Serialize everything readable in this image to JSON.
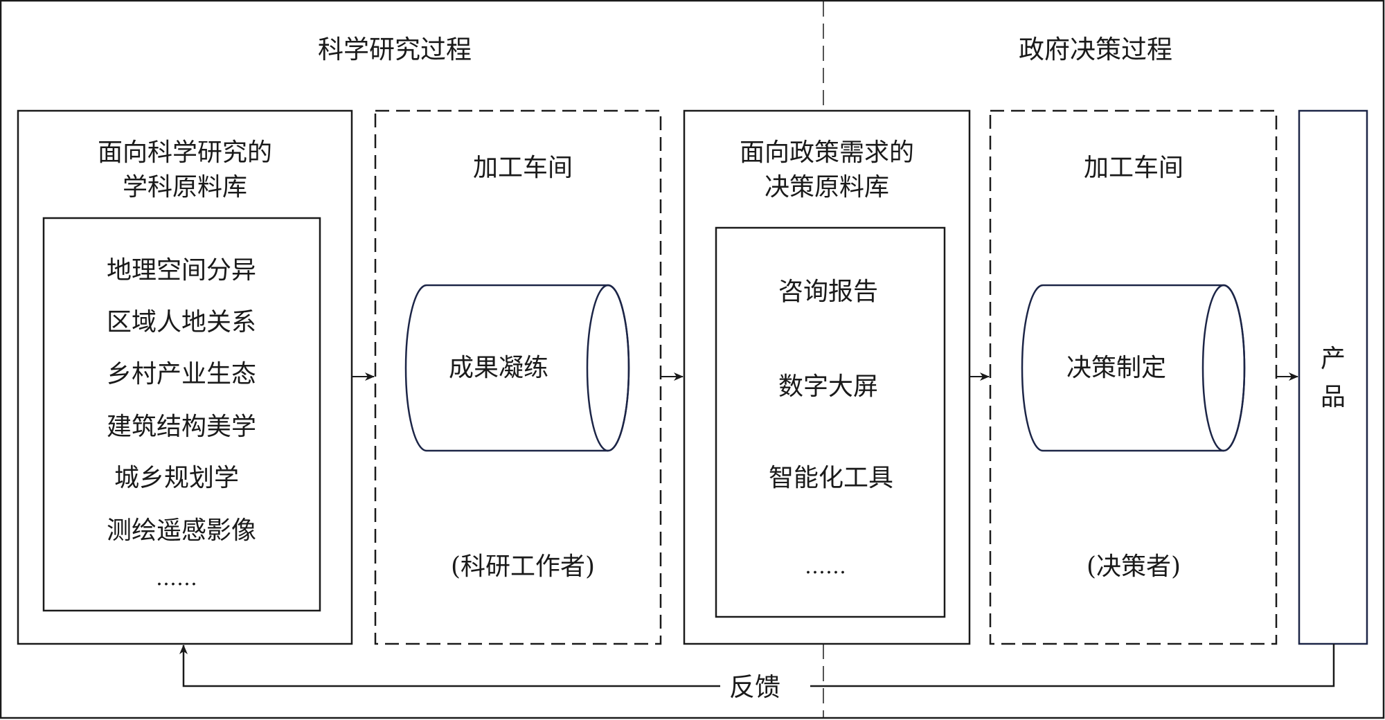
{
  "sections": {
    "science_title": "科学研究过程",
    "government_title": "政府决策过程"
  },
  "nodes": {
    "science_db": {
      "title_lines": [
        "面向科学研究的",
        "学科原料库"
      ],
      "items": [
        "地理空间分异",
        "区域人地关系",
        "乡村产业生态",
        "建筑结构美学",
        "城乡规划学",
        "测绘遥感影像",
        "……"
      ]
    },
    "workshop1": {
      "title": "加工车间",
      "process": "成果凝练",
      "actor": "(科研工作者)"
    },
    "policy_db": {
      "title_lines": [
        "面向政策需求的",
        "决策原料库"
      ],
      "items": [
        "咨询报告",
        "数字大屏",
        "智能化工具",
        "……"
      ]
    },
    "workshop2": {
      "title": "加工车间",
      "process": "决策制定",
      "actor": "(决策者)"
    },
    "product": {
      "label_chars": [
        "产",
        "品"
      ]
    }
  },
  "feedback": {
    "label": "反馈"
  },
  "colors": {
    "line": "#1a1a1a",
    "cylinder": "#1c2547",
    "product_border": "#1c2547"
  }
}
